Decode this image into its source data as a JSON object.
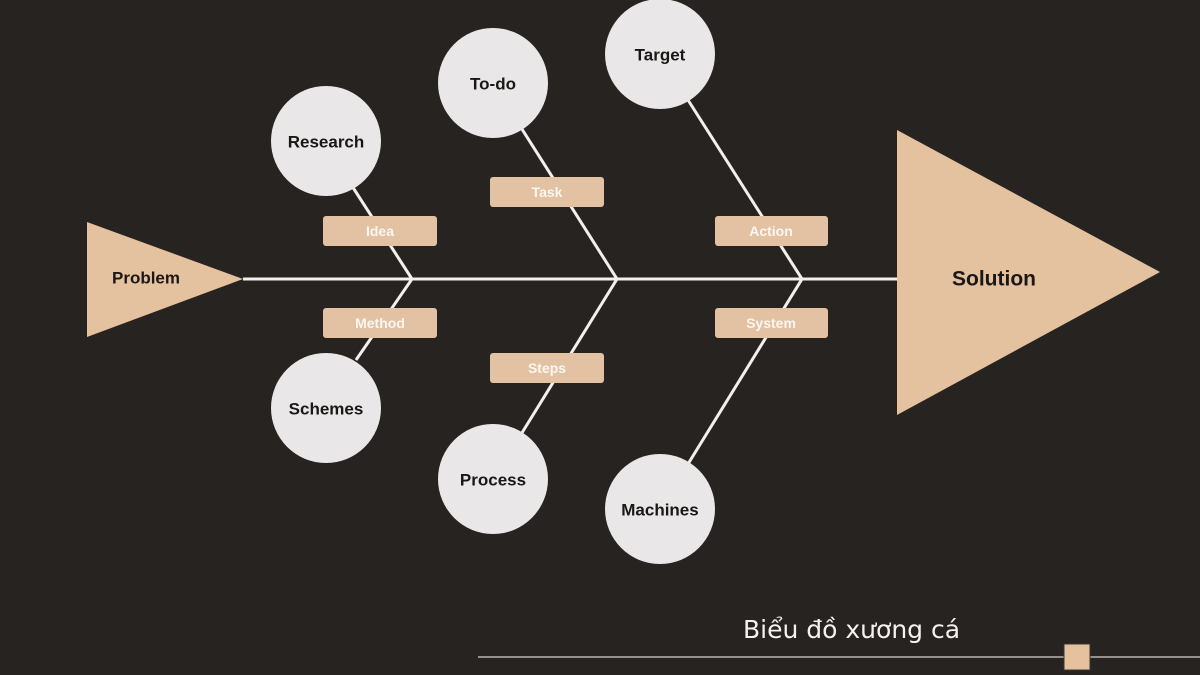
{
  "diagram": {
    "problem": "Problem",
    "solution": "Solution",
    "causes": [
      {
        "top_node": "Research",
        "top_label": "Idea",
        "bottom_label": "Method",
        "bottom_node": "Schemes"
      },
      {
        "top_node": "To-do",
        "top_label": "Task",
        "bottom_label": "Steps",
        "bottom_node": "Process"
      },
      {
        "top_node": "Target",
        "top_label": "Action",
        "bottom_label": "System",
        "bottom_node": "Machines"
      }
    ]
  },
  "caption": "Biểu đồ xương cá",
  "colors": {
    "background": "#272321",
    "accent": "#e4c19f",
    "node": "#e9e7e7",
    "line": "#f2efed"
  }
}
